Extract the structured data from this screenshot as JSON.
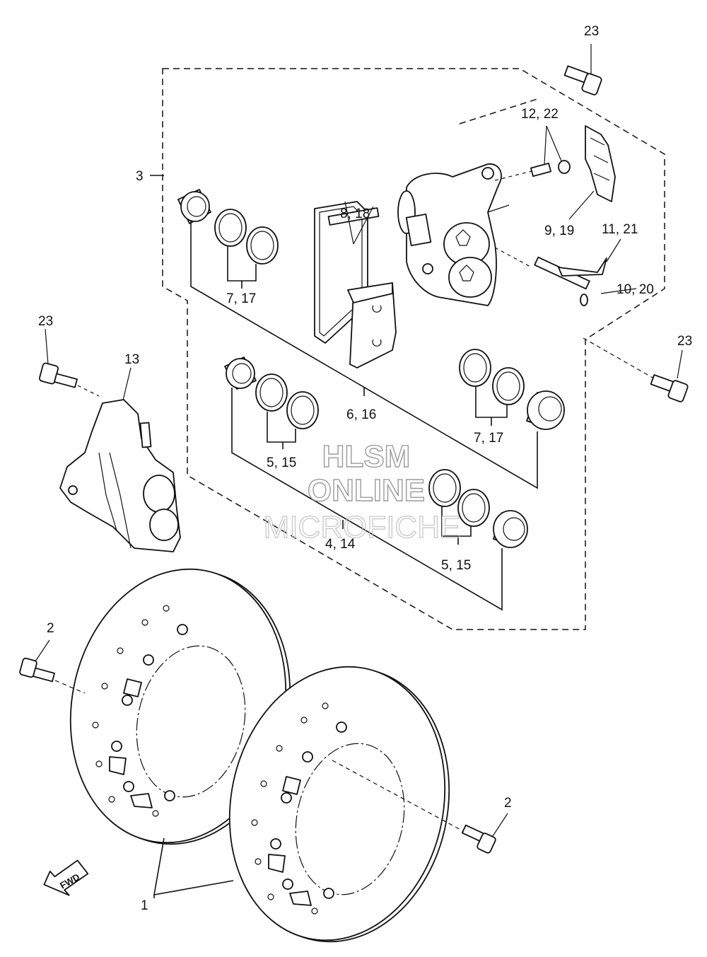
{
  "diagram": {
    "callouts": {
      "c1": "1",
      "c2a": "2",
      "c2b": "2",
      "c3": "3",
      "c4": "4, 14",
      "c5a": "5, 15",
      "c5b": "5, 15",
      "c6": "6, 16",
      "c7a": "7, 17",
      "c7b": "7, 17",
      "c8": "8, 18",
      "c9": "9, 19",
      "c10": "10, 20",
      "c11": "11, 21",
      "c12": "12, 22",
      "c13": "13",
      "c23a": "23",
      "c23b": "23",
      "c23c": "23"
    },
    "fwd_label": "FWD"
  },
  "watermark": {
    "line1": "HLSM",
    "line2": "ONLINE",
    "line3": "MICROFICHE"
  }
}
